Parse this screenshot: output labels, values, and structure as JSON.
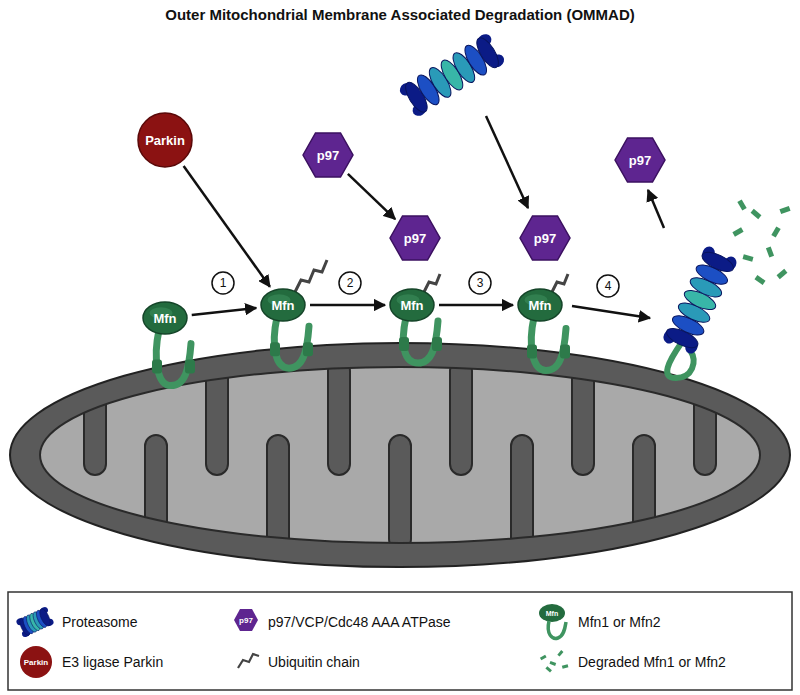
{
  "diagram": {
    "title": "Outer Mitochondrial Membrane Associated Degradation (OMMAD)",
    "nodes": [
      {
        "text": [
          "Parkin"
        ]
      },
      {
        "text": [
          "p97"
        ]
      },
      {
        "text": [
          "p97"
        ]
      },
      {
        "text": [
          "Mfn"
        ]
      },
      {
        "text": [
          "Mfn"
        ]
      },
      {
        "text": [
          "p97"
        ]
      },
      {
        "text": [
          "Mfn"
        ]
      },
      {
        "text": [
          "p97"
        ]
      },
      {
        "text": [
          "Mfn"
        ]
      }
    ],
    "edges": [
      {
        "from": 3,
        "to": 4,
        "arrow": "to"
      },
      {
        "from": 4,
        "to": 6,
        "arrow": "to"
      },
      {
        "from": 6,
        "to": 8,
        "arrow": "to"
      },
      {
        "from": 0,
        "to": 4,
        "arrow": "to"
      },
      {
        "from": 1,
        "to": 5,
        "arrow": "to"
      }
    ],
    "labels": [
      "1",
      "2",
      "3",
      "4",
      "Parkin",
      "p97",
      "Mfn"
    ],
    "legend": [
      {
        "text": "Proteasome"
      },
      {
        "text": "p97/VCP/Cdc48 AAA ATPase"
      },
      {
        "text": "Mfn1 or Mfn2"
      },
      {
        "text": "E3 ligase Parkin"
      },
      {
        "text": "Ubiquitin chain"
      },
      {
        "text": "Degraded Mfn1 or Mfn2"
      }
    ]
  }
}
